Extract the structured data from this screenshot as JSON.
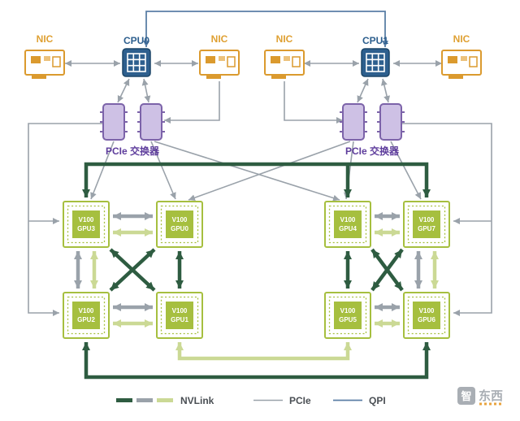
{
  "diagram": {
    "nics": [
      {
        "label": "NIC"
      },
      {
        "label": "NIC"
      },
      {
        "label": "NIC"
      },
      {
        "label": "NIC"
      }
    ],
    "cpus": [
      {
        "label": "CPU0"
      },
      {
        "label": "CPU1"
      }
    ],
    "pcie_switches": [
      {
        "label": "PCIe 交换器"
      },
      {
        "label": "PCIe 交换器"
      }
    ],
    "gpus": [
      {
        "model": "V100",
        "name": "GPU3"
      },
      {
        "model": "V100",
        "name": "GPU0"
      },
      {
        "model": "V100",
        "name": "GPU4"
      },
      {
        "model": "V100",
        "name": "GPU7"
      },
      {
        "model": "V100",
        "name": "GPU2"
      },
      {
        "model": "V100",
        "name": "GPU1"
      },
      {
        "model": "V100",
        "name": "GPU5"
      },
      {
        "model": "V100",
        "name": "GPU6"
      }
    ],
    "legend": {
      "nvlink_label": "NVLink",
      "pcie_label": "PCIe",
      "qpi_label": "QPI"
    },
    "watermark": {
      "logo_char": "智",
      "text": "东西"
    },
    "colors": {
      "nvlink_dark": "#2E5C41",
      "nvlink_gray": "#9AA2AA",
      "nvlink_light": "#CBD995",
      "pcie_line": "#9AA2AA",
      "qpi_line": "#5B7FA6",
      "nic_accent": "#DFA032",
      "cpu_accent": "#2D5F8E",
      "switch_accent": "#5E3D9C",
      "gpu_accent": "#A6BF3F"
    }
  }
}
